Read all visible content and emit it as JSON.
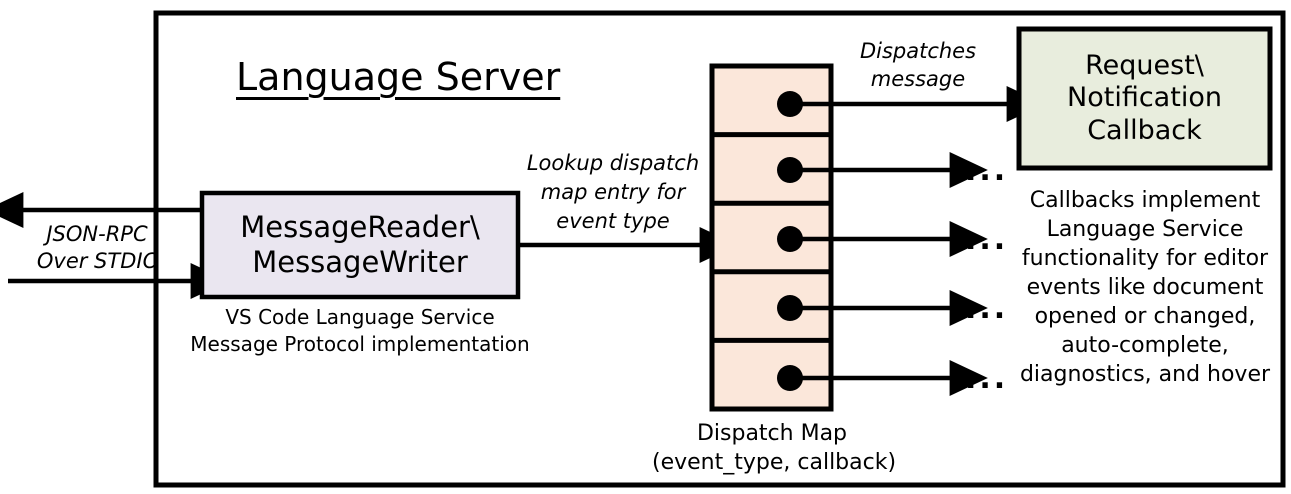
{
  "diagram": {
    "title": "Language Server",
    "outer_border_color": "#000000",
    "background": "#ffffff"
  },
  "message_io": {
    "protocol_label_line1": "JSON-RPC",
    "protocol_label_line2": "Over STDIO",
    "box_line1": "MessageReader\\",
    "box_line2": "MessageWriter",
    "box_fill": "#EAE6F0",
    "caption_line1": "VS Code Language Service",
    "caption_line2": "Message Protocol implementation"
  },
  "lookup": {
    "line1": "Lookup dispatch",
    "line2": "map entry for",
    "line3": "event type"
  },
  "dispatch_map": {
    "fill": "#FBE7DA",
    "caption_line1": "Dispatch Map",
    "caption_line2": "(event_type, callback)",
    "rows": [
      {
        "index": 0,
        "dot": "●",
        "out_label": ""
      },
      {
        "index": 1,
        "dot": "●",
        "out_label": "..."
      },
      {
        "index": 2,
        "dot": "●",
        "out_label": "..."
      },
      {
        "index": 3,
        "dot": "●",
        "out_label": "..."
      },
      {
        "index": 4,
        "dot": "●",
        "out_label": "..."
      }
    ]
  },
  "dispatch_arrow": {
    "line1": "Dispatches",
    "line2": "message"
  },
  "callback": {
    "box_line1": "Request\\",
    "box_line2": "Notification",
    "box_line3": "Callback",
    "box_fill": "#E8EDDD",
    "caption_line1": "Callbacks implement",
    "caption_line2": "Language Service",
    "caption_line3": "functionality for editor",
    "caption_line4": "events like document",
    "caption_line5": "opened or changed,",
    "caption_line6": "auto-complete,",
    "caption_line7": "diagnostics, and hover"
  }
}
